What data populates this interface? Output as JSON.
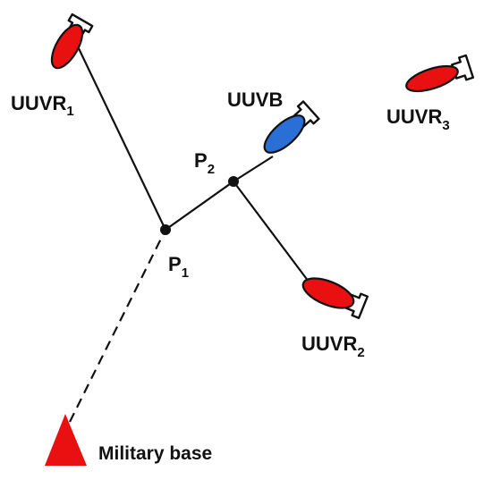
{
  "diagram": {
    "labels": {
      "uuvr1": {
        "main": "UUVR",
        "sub": "1"
      },
      "uuvb": {
        "main": "UUVB",
        "sub": ""
      },
      "uuvr3": {
        "main": "UUVR",
        "sub": "3"
      },
      "uuvr2": {
        "main": "UUVR",
        "sub": "2"
      },
      "p1": {
        "main": "P",
        "sub": "1"
      },
      "p2": {
        "main": "P",
        "sub": "2"
      },
      "base": "Military base"
    },
    "colors": {
      "red_vehicle": "#e81010",
      "blue_vehicle": "#2a6fd6",
      "base_marker": "#e81010",
      "lines": "#111111"
    },
    "icons": {
      "vehicle": "underwater-vehicle-icon",
      "waypoint": "waypoint-dot-icon",
      "base": "triangle-icon"
    }
  }
}
